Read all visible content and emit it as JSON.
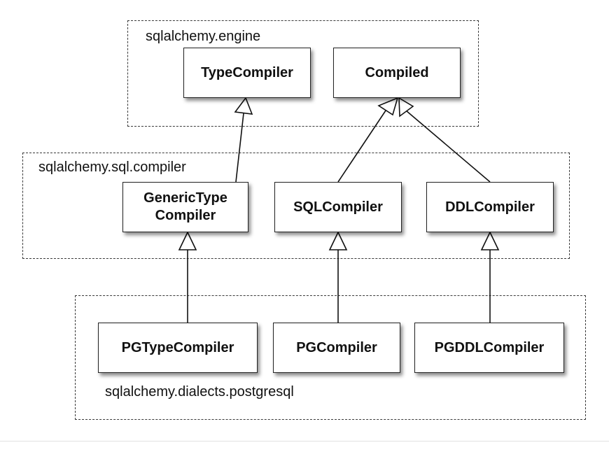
{
  "packages": {
    "engine": "sqlalchemy.engine",
    "sql_compiler": "sqlalchemy.sql.compiler",
    "dialects_postgresql": "sqlalchemy.dialects.postgresql"
  },
  "classes": {
    "type_compiler": "TypeCompiler",
    "compiled": "Compiled",
    "generic_type_compiler": "GenericType\nCompiler",
    "sql_compiler": "SQLCompiler",
    "ddl_compiler": "DDLCompiler",
    "pg_type_compiler": "PGTypeCompiler",
    "pg_compiler": "PGCompiler",
    "pg_ddl_compiler": "PGDDLCompiler"
  },
  "relationships": [
    {
      "from": "GenericTypeCompiler",
      "to": "TypeCompiler",
      "kind": "inheritance"
    },
    {
      "from": "SQLCompiler",
      "to": "Compiled",
      "kind": "inheritance"
    },
    {
      "from": "DDLCompiler",
      "to": "Compiled",
      "kind": "inheritance"
    },
    {
      "from": "PGTypeCompiler",
      "to": "GenericTypeCompiler",
      "kind": "inheritance"
    },
    {
      "from": "PGCompiler",
      "to": "SQLCompiler",
      "kind": "inheritance"
    },
    {
      "from": "PGDDLCompiler",
      "to": "DDLCompiler",
      "kind": "inheritance"
    }
  ]
}
